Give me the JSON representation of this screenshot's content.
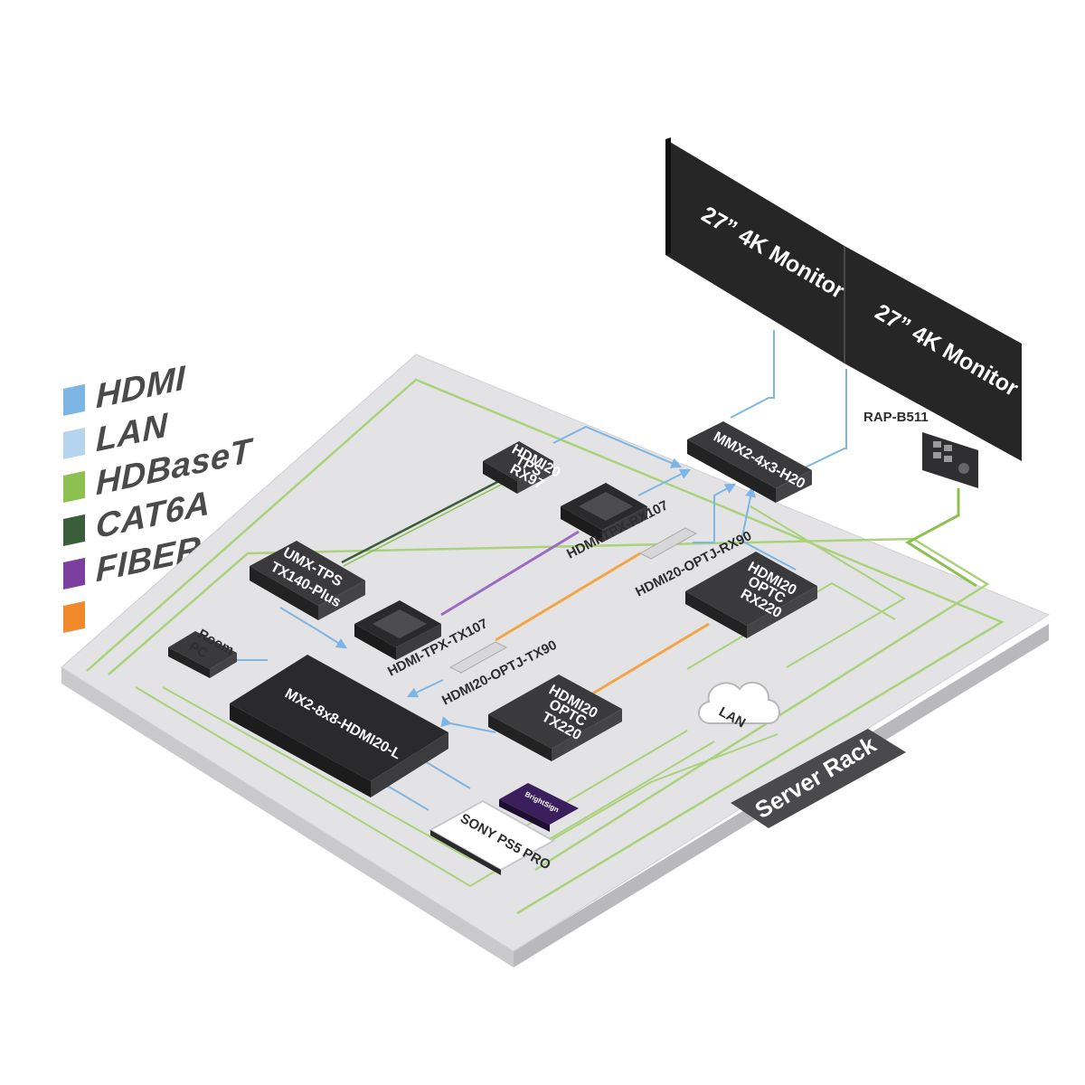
{
  "legend": [
    {
      "label": "HDMI",
      "color": "#7db6e4"
    },
    {
      "label": "LAN",
      "color": "#b5d5ef"
    },
    {
      "label": "HDBaseT",
      "color": "#8cc152"
    },
    {
      "label": "CAT6A",
      "color": "#3a5e3a"
    },
    {
      "label": "FIBER OPTICAL",
      "color": "#7b3fa0"
    },
    {
      "label": "",
      "color": "#f18a2c"
    }
  ],
  "monitors": {
    "left": "27” 4K Monitor",
    "right": "27” 4K Monitor"
  },
  "devices": {
    "rap": "RAP-B511",
    "mmx": "MMX2-4x3-H20",
    "tps_rx97": [
      "HDMI20",
      "TPS",
      "RX97"
    ],
    "tpx_rx107": "HDMI-TPX-RX107",
    "optj_rx90": "HDMI20-OPTJ-RX90",
    "umx": [
      "UMX-TPS",
      "TX140-Plus"
    ],
    "tpx_tx107": "HDMI-TPX-TX107",
    "optc_rx220": [
      "HDMI20",
      "OPTC",
      "RX220"
    ],
    "room_pc": [
      "Room",
      "PC"
    ],
    "optj_tx90": "HDMI20-OPTJ-TX90",
    "optc_tx220": [
      "HDMI20",
      "OPTC",
      "TX220"
    ],
    "mx2": "MX2-8x8-HDMI20-L",
    "lan": "LAN",
    "ps5": "SONY PS5 PRO",
    "brightsign": "BrightSign"
  },
  "server_rack": "Server Rack",
  "colors": {
    "platform": "#e3e3e5",
    "platform_side": "#c9c9cc",
    "rack_label_bg": "#4a4a4d",
    "device_dark": "#2f2f31"
  }
}
